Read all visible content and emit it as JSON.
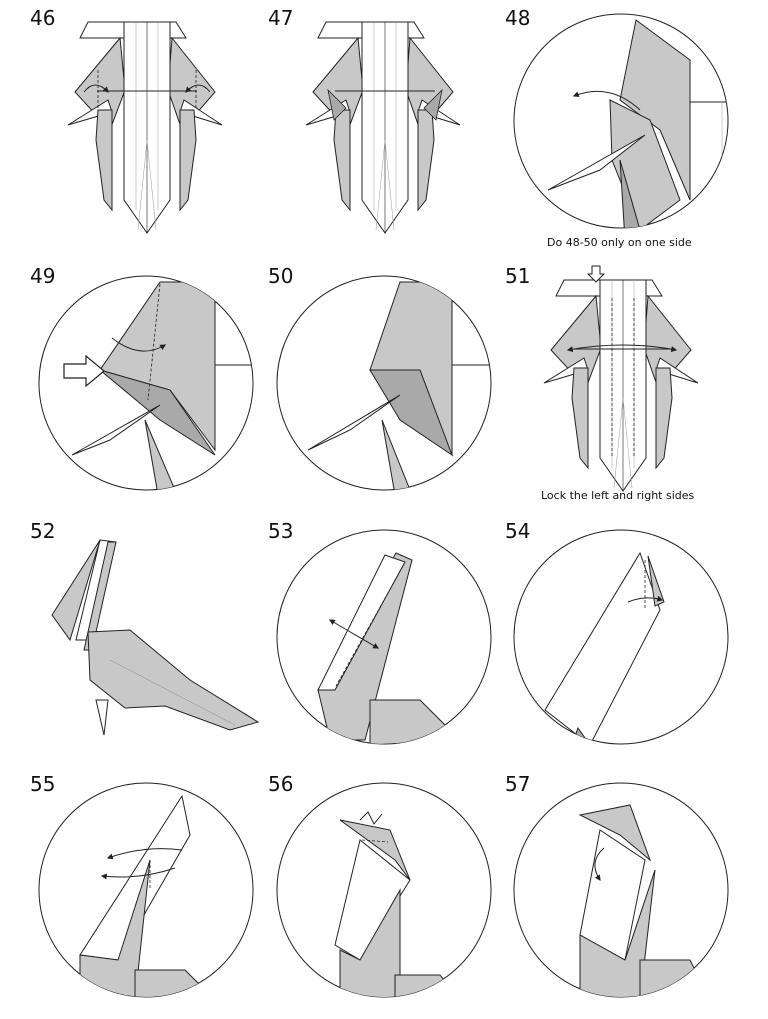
{
  "steps": [
    {
      "number": "46"
    },
    {
      "number": "47"
    },
    {
      "number": "48",
      "caption": "Do 48-50 only on one side"
    },
    {
      "number": "49"
    },
    {
      "number": "50"
    },
    {
      "number": "51",
      "caption": "Lock the left and right sides"
    },
    {
      "number": "52"
    },
    {
      "number": "53"
    },
    {
      "number": "54"
    },
    {
      "number": "55"
    },
    {
      "number": "56"
    },
    {
      "number": "57"
    }
  ],
  "colors": {
    "paper_gray": "#c8c8c8",
    "paper_dark": "#a9a9a9",
    "paper_white": "#ffffff",
    "line": "#222222"
  }
}
